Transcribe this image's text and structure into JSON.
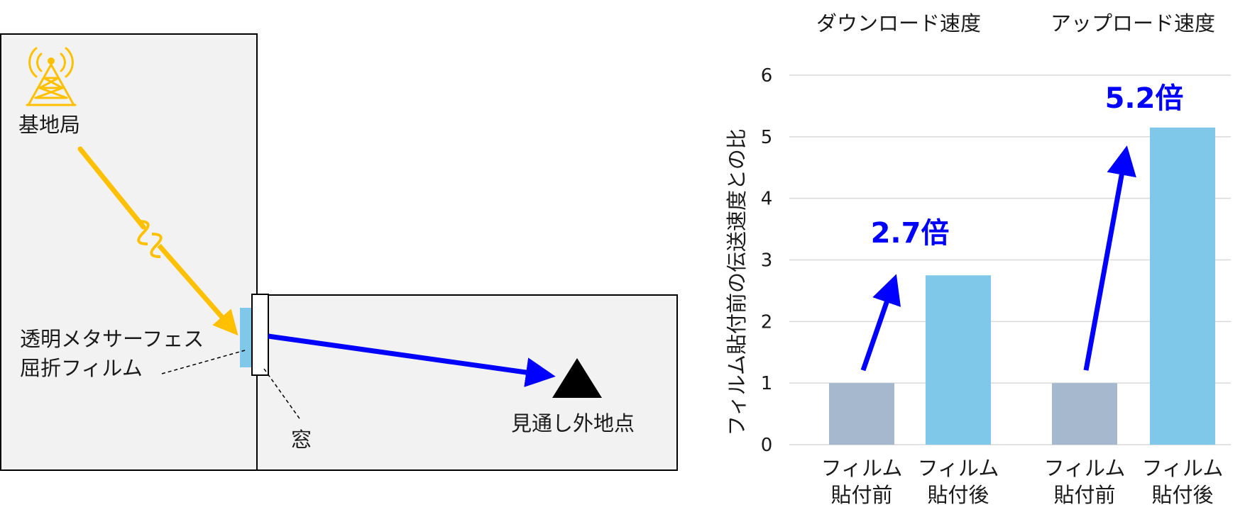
{
  "diagram": {
    "base_station_label": "基地局",
    "film_label_line1": "透明メタサーフェス",
    "film_label_line2": "屈折フィルム",
    "window_label": "窓",
    "nlos_point_label": "見通し外地点",
    "icons": {
      "antenna": "antenna-tower-icon",
      "target": "triangle-marker-icon",
      "break": "signal-break-icon"
    },
    "colors": {
      "incoming_signal": "#FFC000",
      "refracted_signal": "#0000FF",
      "film": "#7FC8EA",
      "room": "#F2F2F2"
    }
  },
  "chart_data": {
    "type": "bar",
    "ylabel": "フィルム貼付前の伝送速度との比",
    "ylim": [
      0,
      6
    ],
    "yticks": [
      0,
      1,
      2,
      3,
      4,
      5,
      6
    ],
    "grid": true,
    "groups": [
      {
        "title": "ダウンロード速度",
        "ratio_label": "2.7倍",
        "bars": [
          {
            "label_line1": "フィルム",
            "label_line2": "貼付前",
            "value": 1.0,
            "color": "#A6B8CE"
          },
          {
            "label_line1": "フィルム",
            "label_line2": "貼付後",
            "value": 2.75,
            "color": "#7FC8EA"
          }
        ]
      },
      {
        "title": "アップロード速度",
        "ratio_label": "5.2倍",
        "bars": [
          {
            "label_line1": "フィルム",
            "label_line2": "貼付前",
            "value": 1.0,
            "color": "#A6B8CE"
          },
          {
            "label_line1": "フィルム",
            "label_line2": "貼付後",
            "value": 5.15,
            "color": "#7FC8EA"
          }
        ]
      }
    ],
    "arrow_color": "#0000FF"
  }
}
